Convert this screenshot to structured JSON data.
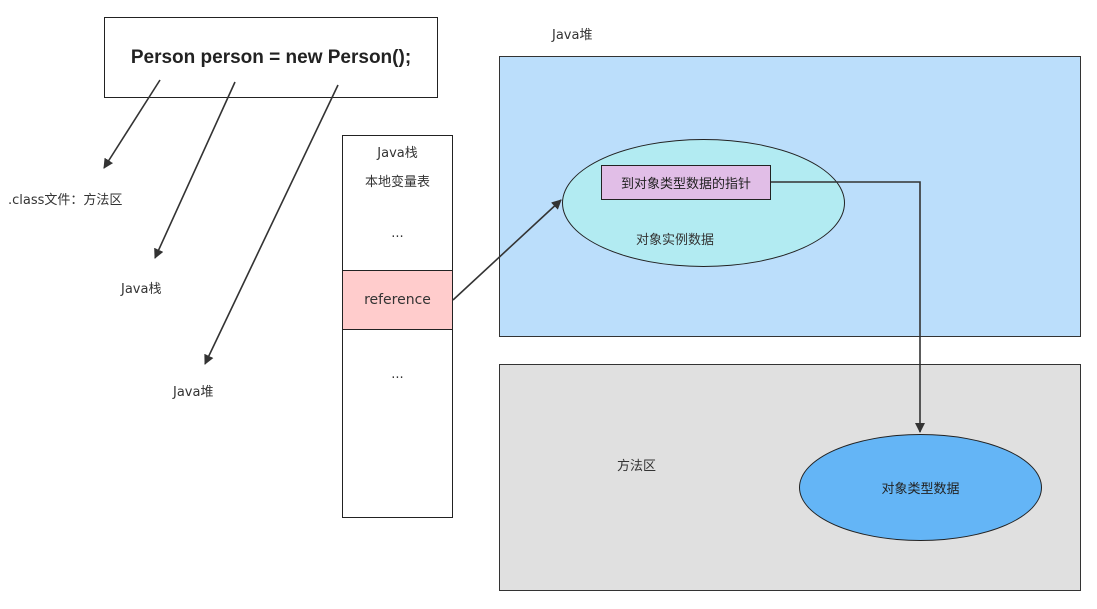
{
  "code": "Person person = new Person();",
  "labels": {
    "class_file": ".class文件：方法区",
    "java_stack": "Java栈",
    "java_heap": "Java堆",
    "heap_title": "Java堆",
    "method_area": "方法区"
  },
  "stack": {
    "title": "Java栈",
    "subtitle": "本地变量表",
    "dots_top": "...",
    "reference": "reference",
    "dots_bottom": "..."
  },
  "heap": {
    "object_instance": "对象实例数据",
    "pointer": "到对象类型数据的指针"
  },
  "method": {
    "object_type": "对象类型数据"
  },
  "colors": {
    "heap_bg": "#bbdefb",
    "method_bg": "#e0e0e0",
    "instance_ellipse": "#b2ebf2",
    "pointer_box": "#e1bee7",
    "reference_cell": "#ffcccc",
    "type_ellipse": "#64b5f6"
  }
}
